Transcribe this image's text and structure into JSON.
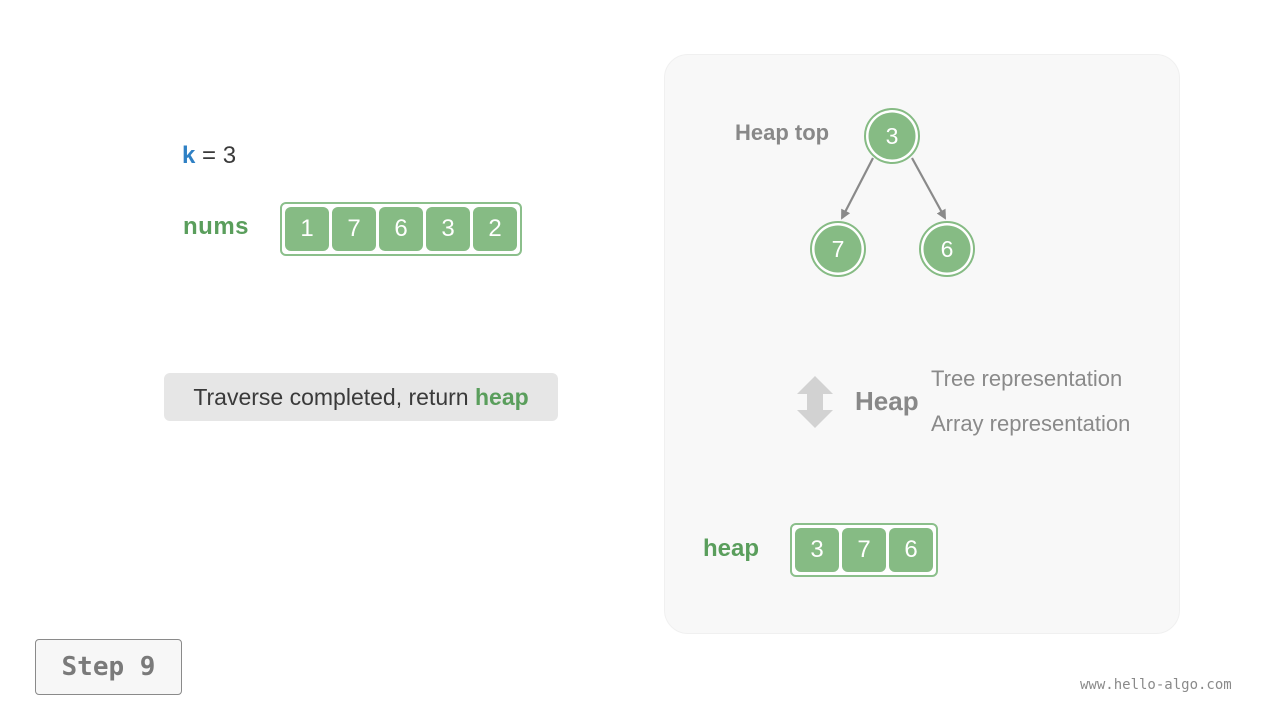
{
  "variables": {
    "k_name": "k",
    "k_equals": " = ",
    "k_value": "3",
    "nums_label": "nums",
    "nums": [
      "1",
      "7",
      "6",
      "3",
      "2"
    ]
  },
  "message": {
    "prefix": "Traverse completed, return ",
    "highlight": "heap"
  },
  "panel": {
    "heap_top_label": "Heap top",
    "tree": {
      "root": "3",
      "left": "7",
      "right": "6"
    },
    "heap_word": "Heap",
    "tree_representation": "Tree representation",
    "array_representation": "Array representation",
    "heap_label": "heap",
    "heap": [
      "3",
      "7",
      "6"
    ]
  },
  "step_label": "Step 9",
  "footer": "www.hello-algo.com",
  "colors": {
    "node_fill": "#86bb84",
    "accent_green": "#5a9e5c",
    "accent_blue": "#2f80c4",
    "grey_text": "#888888"
  }
}
